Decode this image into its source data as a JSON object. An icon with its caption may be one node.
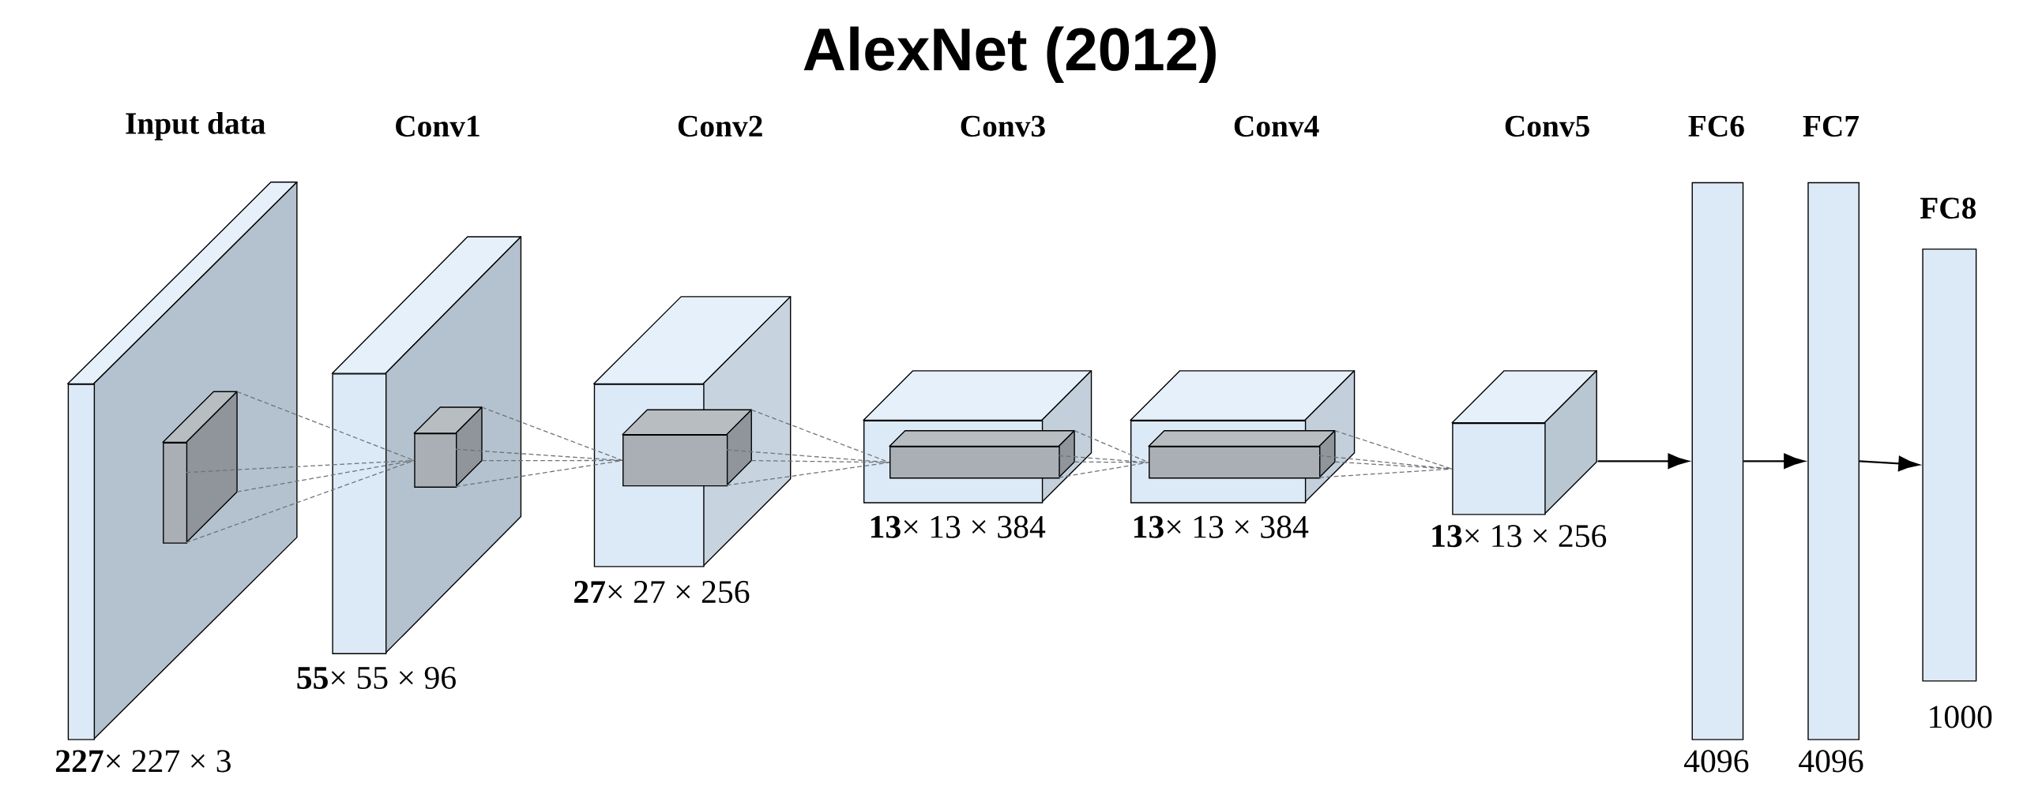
{
  "diagram": {
    "title": "AlexNet (2012)",
    "nodes": [
      {
        "text": [
          "Input data"
        ],
        "beside": [
          "**227**× 227 × 3"
        ]
      },
      {
        "text": [],
        "shape": "box",
        "in": 0
      },
      {
        "text": [
          "Conv1"
        ],
        "beside": [
          "**55**× 55 × 96"
        ]
      },
      {
        "text": [],
        "shape": "box",
        "in": 2
      },
      {
        "text": [
          "Conv2"
        ],
        "beside": [
          "**27**× 27 × 256"
        ]
      },
      {
        "text": [],
        "shape": "box",
        "in": 4
      },
      {
        "text": [
          "Conv3"
        ],
        "beside": [
          "**13**× 13 × 384"
        ]
      },
      {
        "text": [],
        "shape": "box",
        "in": 6
      },
      {
        "text": [
          "Conv4"
        ],
        "beside": [
          "**13**× 13 × 384"
        ]
      },
      {
        "text": [],
        "shape": "box",
        "in": 8
      },
      {
        "text": [
          "Conv5"
        ],
        "beside": [
          "**13**× 13 × 256"
        ]
      },
      {
        "text": [
          "FC6"
        ],
        "beside": [
          "4096"
        ]
      },
      {
        "text": [
          "FC7"
        ],
        "beside": [
          "4096"
        ]
      },
      {
        "text": [
          "FC8"
        ],
        "beside": [
          "1000"
        ]
      }
    ],
    "edges": [
      {
        "from": 1,
        "to": 3,
        "arrow": "none",
        "style": "dashed",
        "color": "#6e7378"
      },
      {
        "from": 3,
        "to": 5,
        "arrow": "none",
        "style": "dashed",
        "color": "#6e7378"
      },
      {
        "from": 5,
        "to": 7,
        "arrow": "none",
        "style": "dashed",
        "color": "#6e7378"
      },
      {
        "from": 7,
        "to": 9,
        "arrow": "none",
        "style": "dashed",
        "color": "#6e7378"
      },
      {
        "from": 9,
        "to": 10,
        "arrow": "none",
        "style": "dashed",
        "color": "#6e7378"
      },
      {
        "from": 10,
        "to": 11,
        "arrow": "to",
        "color": "#000000"
      },
      {
        "from": 11,
        "to": 12,
        "arrow": "to",
        "color": "#000000"
      },
      {
        "from": 12,
        "to": 13,
        "arrow": "to",
        "color": "#000000"
      }
    ]
  }
}
